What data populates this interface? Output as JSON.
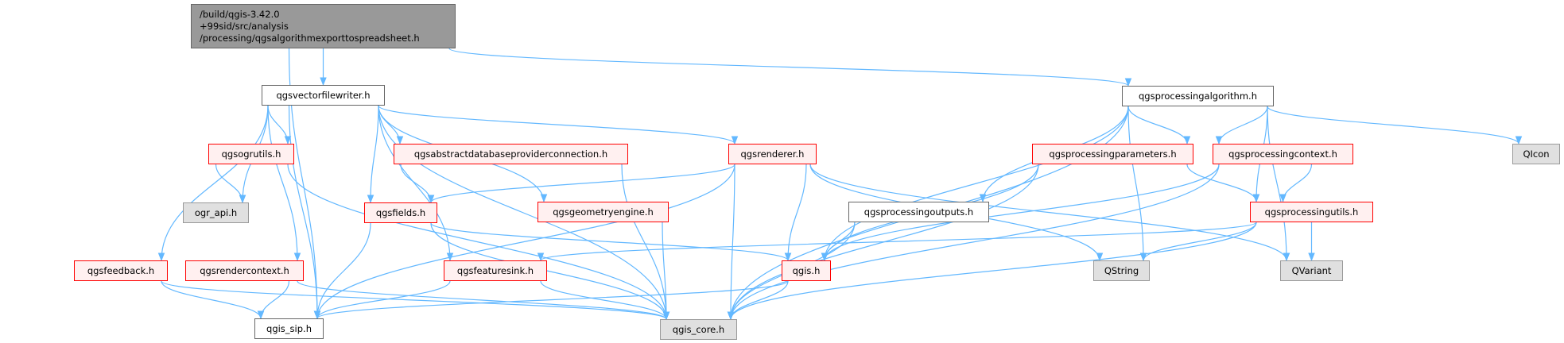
{
  "colors": {
    "edge": "#63b8ff",
    "root_fill": "#999999",
    "red_border": "#ff0000",
    "red_fill": "#fff0f0",
    "ext_fill": "#e0e0e0"
  },
  "root": {
    "lines": [
      "/build/qgis-3.42.0",
      "+99sid/src/analysis",
      "/processing/qgsalgorithmexporttospreadsheet.h"
    ]
  },
  "nodes": {
    "vfw": "qgsvectorfilewriter.h",
    "alg": "qgsprocessingalgorithm.h",
    "ogrutils": "qgsogrutils.h",
    "absdb": "qgsabstractdatabaseproviderconnection.h",
    "renderer": "qgsrenderer.h",
    "params": "qgsprocessingparameters.h",
    "context": "qgsprocessingcontext.h",
    "qicon": "QIcon",
    "ograpi": "ogr_api.h",
    "fields": "qgsfields.h",
    "geom": "qgsgeometryengine.h",
    "outputs": "qgsprocessingoutputs.h",
    "utils": "qgsprocessingutils.h",
    "feedback": "qgsfeedback.h",
    "rctx": "qgsrendercontext.h",
    "sink": "qgsfeaturesink.h",
    "qgis": "qgis.h",
    "qstring": "QString",
    "qvariant": "QVariant",
    "sip": "qgis_sip.h",
    "core": "qgis_core.h"
  },
  "edges": [
    [
      "root",
      "vfw"
    ],
    [
      "root",
      "sip"
    ],
    [
      "root",
      "alg"
    ],
    [
      "vfw",
      "ogrutils"
    ],
    [
      "vfw",
      "ograpi"
    ],
    [
      "vfw",
      "absdb"
    ],
    [
      "vfw",
      "fields"
    ],
    [
      "vfw",
      "renderer"
    ],
    [
      "vfw",
      "geom"
    ],
    [
      "vfw",
      "feedback"
    ],
    [
      "vfw",
      "rctx"
    ],
    [
      "vfw",
      "sink"
    ],
    [
      "vfw",
      "sip"
    ],
    [
      "vfw",
      "core"
    ],
    [
      "ogrutils",
      "ograpi"
    ],
    [
      "ogrutils",
      "core"
    ],
    [
      "absdb",
      "fields"
    ],
    [
      "absdb",
      "core"
    ],
    [
      "renderer",
      "fields"
    ],
    [
      "renderer",
      "qgis"
    ],
    [
      "renderer",
      "core"
    ],
    [
      "renderer",
      "sip"
    ],
    [
      "renderer",
      "qstring"
    ],
    [
      "renderer",
      "qvariant"
    ],
    [
      "fields",
      "sip"
    ],
    [
      "fields",
      "core"
    ],
    [
      "fields",
      "qgis"
    ],
    [
      "geom",
      "core"
    ],
    [
      "feedback",
      "sip"
    ],
    [
      "feedback",
      "core"
    ],
    [
      "rctx",
      "sip"
    ],
    [
      "rctx",
      "core"
    ],
    [
      "sink",
      "sip"
    ],
    [
      "sink",
      "core"
    ],
    [
      "qgis",
      "sip"
    ],
    [
      "qgis",
      "core"
    ],
    [
      "alg",
      "params"
    ],
    [
      "alg",
      "context"
    ],
    [
      "alg",
      "utils"
    ],
    [
      "alg",
      "outputs"
    ],
    [
      "alg",
      "qgis"
    ],
    [
      "alg",
      "qstring"
    ],
    [
      "alg",
      "qvariant"
    ],
    [
      "alg",
      "qicon"
    ],
    [
      "alg",
      "core"
    ],
    [
      "params",
      "qgis"
    ],
    [
      "params",
      "utils"
    ],
    [
      "params",
      "core"
    ],
    [
      "context",
      "utils"
    ],
    [
      "context",
      "qgis"
    ],
    [
      "context",
      "core"
    ],
    [
      "outputs",
      "qgis"
    ],
    [
      "outputs",
      "core"
    ],
    [
      "utils",
      "qstring"
    ],
    [
      "utils",
      "qvariant"
    ],
    [
      "utils",
      "core"
    ],
    [
      "utils",
      "sink"
    ]
  ]
}
